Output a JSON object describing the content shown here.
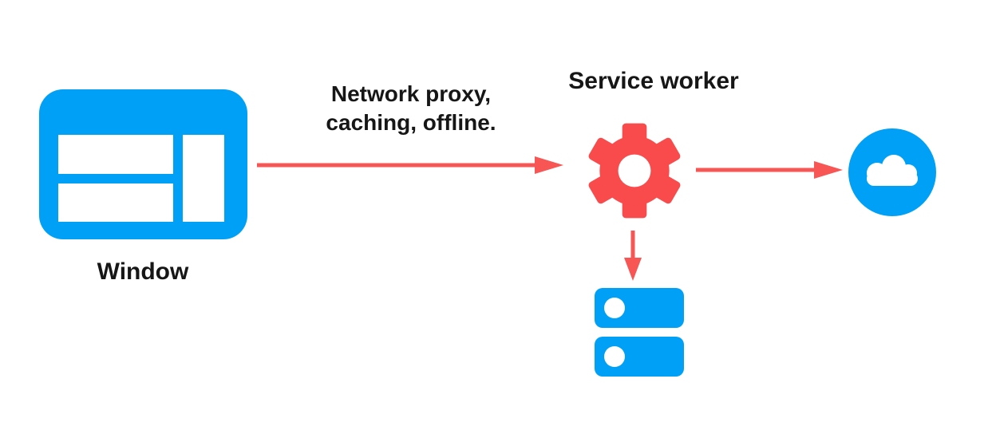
{
  "diagram": {
    "nodes": {
      "window": {
        "label": "Window",
        "icon": "browser-window-icon"
      },
      "service_worker": {
        "label": "Service worker",
        "icon": "gear-icon"
      },
      "network": {
        "icon": "cloud-icon"
      },
      "storage": {
        "icon": "storage-stack-icon"
      }
    },
    "edges": {
      "window_to_service_worker": {
        "label_line1": "Network proxy,",
        "label_line2": "caching, offline.",
        "direction": "right"
      },
      "service_worker_to_network": {
        "direction": "right"
      },
      "service_worker_to_storage": {
        "direction": "down"
      }
    },
    "colors": {
      "node_blue": "#00a0f7",
      "gear_red": "#f94b4b",
      "arrow_red": "#f85555",
      "label_text": "#161616",
      "background": "#ffffff"
    }
  }
}
